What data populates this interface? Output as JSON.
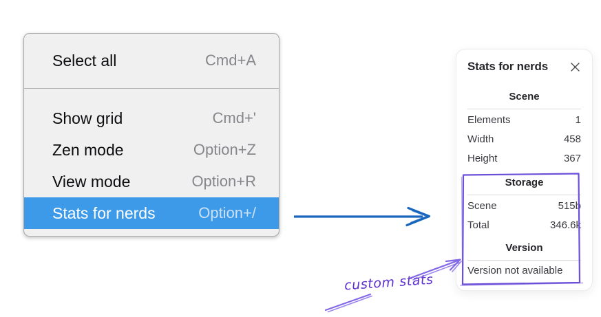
{
  "menu": {
    "groups": [
      {
        "items": [
          {
            "label": "Select all",
            "shortcut": "Cmd+A",
            "selected": false
          }
        ]
      },
      {
        "items": [
          {
            "label": "Show grid",
            "shortcut": "Cmd+'",
            "selected": false
          },
          {
            "label": "Zen mode",
            "shortcut": "Option+Z",
            "selected": false
          },
          {
            "label": "View mode",
            "shortcut": "Option+R",
            "selected": false
          },
          {
            "label": "Stats for nerds",
            "shortcut": "Option+/",
            "selected": true
          }
        ]
      }
    ]
  },
  "panel": {
    "title": "Stats for nerds",
    "sections": [
      {
        "heading": "Scene",
        "rows": [
          {
            "label": "Elements",
            "value": "1"
          },
          {
            "label": "Width",
            "value": "458"
          },
          {
            "label": "Height",
            "value": "367"
          }
        ]
      },
      {
        "heading": "Storage",
        "rows": [
          {
            "label": "Scene",
            "value": "515b"
          },
          {
            "label": "Total",
            "value": "346.6k"
          }
        ]
      },
      {
        "heading": "Version",
        "note": "Version not available"
      }
    ]
  },
  "annotations": {
    "custom_stats_label": "custom stats"
  },
  "icons": {
    "close": "close-icon"
  },
  "colors": {
    "menu-bg": "#f0f0f1",
    "menu-border": "#a9a9ad",
    "menu-divider": "#ababae",
    "menu-text": "#0d0d0f",
    "menu-shortcut": "#86868b",
    "highlight": "#3d9ae9",
    "highlight-text": "#ffffff",
    "highlight-shortcut": "#c9e0f7",
    "panel-bg": "#ffffff",
    "panel-border": "#ececef",
    "panel-text": "#3a3a40",
    "panel-heading": "#26262b",
    "panel-divider": "#d9d9de",
    "close-icon": "#47474c",
    "arrow-blue": "#1966bd",
    "purple": "#5c2fd0",
    "purple-light": "#8268e6",
    "purple-rect": "#6c4fd9"
  }
}
